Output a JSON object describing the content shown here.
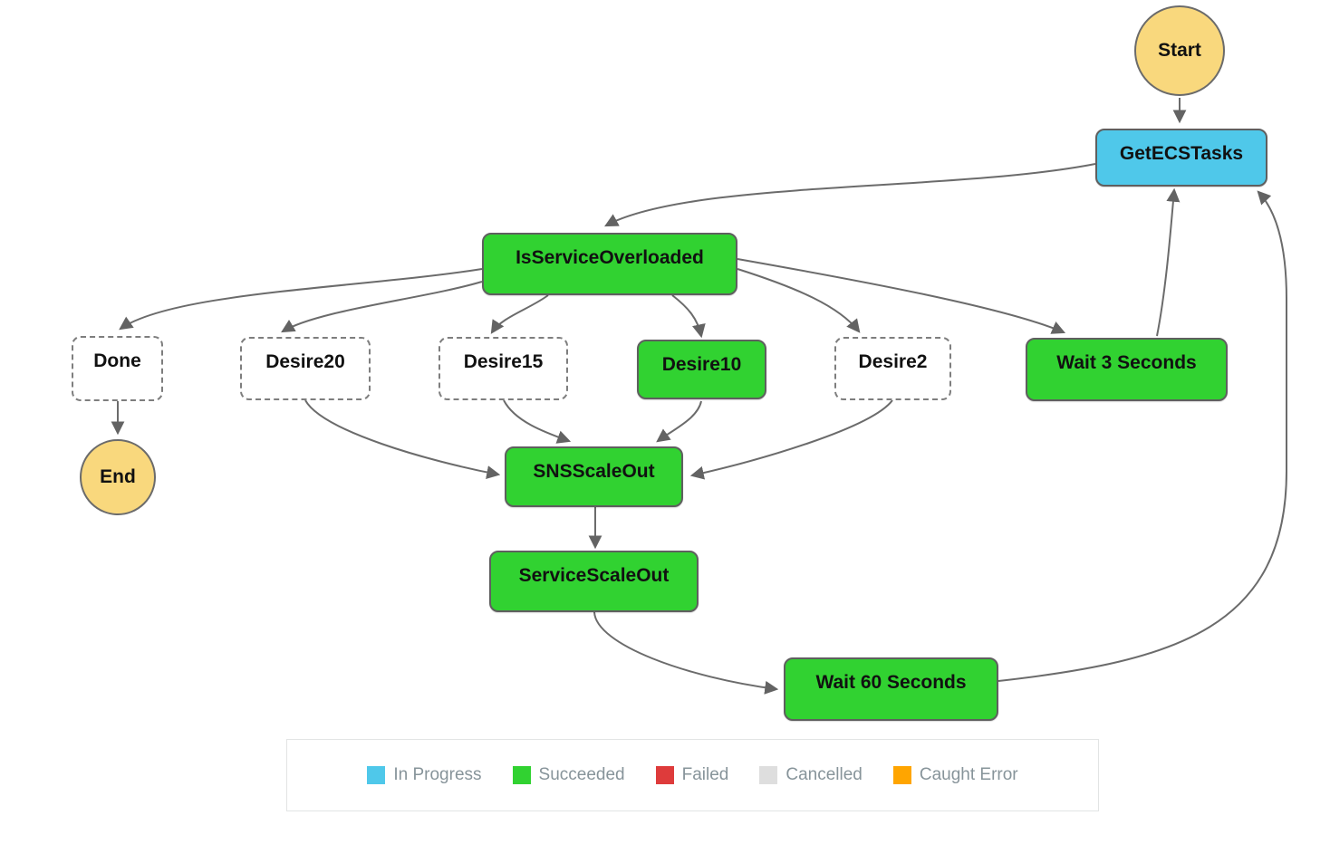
{
  "diagram": {
    "nodes": {
      "start": {
        "label": "Start",
        "type": "start"
      },
      "get_ecs_tasks": {
        "label": "GetECSTasks",
        "status": "In Progress"
      },
      "is_service_overloaded": {
        "label": "IsServiceOverloaded",
        "status": "Succeeded"
      },
      "done": {
        "label": "Done",
        "status": "Not executed"
      },
      "desire20": {
        "label": "Desire20",
        "status": "Not executed"
      },
      "desire15": {
        "label": "Desire15",
        "status": "Not executed"
      },
      "desire10": {
        "label": "Desire10",
        "status": "Succeeded"
      },
      "desire2": {
        "label": "Desire2",
        "status": "Not executed"
      },
      "wait_3_seconds": {
        "label": "Wait 3 Seconds",
        "status": "Succeeded"
      },
      "end": {
        "label": "End",
        "type": "end"
      },
      "sns_scale_out": {
        "label": "SNSScaleOut",
        "status": "Succeeded"
      },
      "service_scale_out": {
        "label": "ServiceScaleOut",
        "status": "Succeeded"
      },
      "wait_60_seconds": {
        "label": "Wait 60 Seconds",
        "status": "Succeeded"
      }
    },
    "edges": [
      {
        "from": "Start",
        "to": "GetECSTasks"
      },
      {
        "from": "GetECSTasks",
        "to": "IsServiceOverloaded"
      },
      {
        "from": "IsServiceOverloaded",
        "to": "Done"
      },
      {
        "from": "IsServiceOverloaded",
        "to": "Desire20"
      },
      {
        "from": "IsServiceOverloaded",
        "to": "Desire15"
      },
      {
        "from": "IsServiceOverloaded",
        "to": "Desire10"
      },
      {
        "from": "IsServiceOverloaded",
        "to": "Desire2"
      },
      {
        "from": "IsServiceOverloaded",
        "to": "Wait 3 Seconds"
      },
      {
        "from": "Done",
        "to": "End"
      },
      {
        "from": "Desire20",
        "to": "SNSScaleOut"
      },
      {
        "from": "Desire15",
        "to": "SNSScaleOut"
      },
      {
        "from": "Desire10",
        "to": "SNSScaleOut"
      },
      {
        "from": "Desire2",
        "to": "SNSScaleOut"
      },
      {
        "from": "Wait 3 Seconds",
        "to": "GetECSTasks"
      },
      {
        "from": "SNSScaleOut",
        "to": "ServiceScaleOut"
      },
      {
        "from": "ServiceScaleOut",
        "to": "Wait 60 Seconds"
      },
      {
        "from": "Wait 60 Seconds",
        "to": "GetECSTasks"
      }
    ]
  },
  "colors": {
    "in_progress": "#4fc8ea",
    "succeeded": "#31d231",
    "failed": "#de3b3b",
    "cancelled": "#dedede",
    "caught_error": "#ffa500",
    "start_end": "#f9d87d",
    "not_executed": "#ffffff"
  },
  "legend": {
    "items": [
      {
        "label": "In Progress",
        "color": "#4fc8ea"
      },
      {
        "label": "Succeeded",
        "color": "#31d231"
      },
      {
        "label": "Failed",
        "color": "#de3b3b"
      },
      {
        "label": "Cancelled",
        "color": "#dedede"
      },
      {
        "label": "Caught Error",
        "color": "#ffa500"
      }
    ]
  }
}
